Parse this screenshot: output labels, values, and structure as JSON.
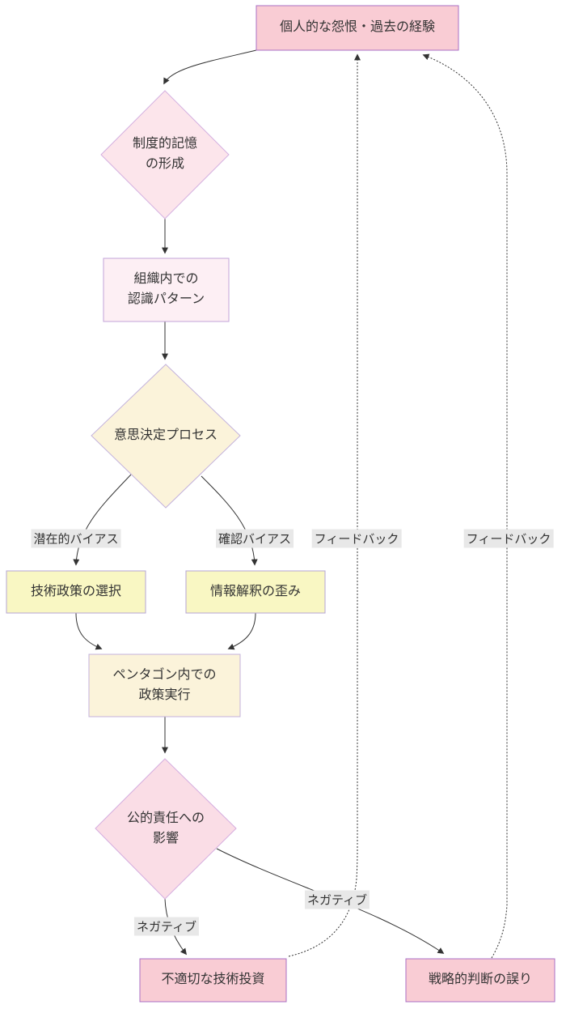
{
  "diagram": {
    "type": "flowchart",
    "nodes": {
      "personal_grudge": {
        "label": "個人的な怨恨・過去の経験",
        "shape": "rect"
      },
      "institutional_memory": {
        "label": "制度的記憶\nの形成",
        "shape": "diamond"
      },
      "recognition_pattern": {
        "label": "組織内での\n認識パターン",
        "shape": "rect"
      },
      "decision_process": {
        "label": "意思決定プロセス",
        "shape": "diamond"
      },
      "tech_policy_choice": {
        "label": "技術政策の選択",
        "shape": "rect"
      },
      "info_distortion": {
        "label": "情報解釈の歪み",
        "shape": "rect"
      },
      "pentagon_execution": {
        "label": "ペンタゴン内での\n政策実行",
        "shape": "rect"
      },
      "public_responsibility": {
        "label": "公的責任への\n影響",
        "shape": "diamond"
      },
      "bad_tech_investment": {
        "label": "不適切な技術投資",
        "shape": "rect"
      },
      "strategic_error": {
        "label": "戦略的判断の誤り",
        "shape": "rect"
      }
    },
    "edge_labels": {
      "latent_bias": "潜在的バイアス",
      "confirmation_bias": "確認バイアス",
      "feedback_left": "フィードバック",
      "feedback_right": "フィードバック",
      "negative_left": "ネガティブ",
      "negative_right": "ネガティブ"
    },
    "colors": {
      "pink_fill": "#f9ccd4",
      "pink_stroke": "#aa6fc4",
      "lightpink_fill": "#fce5eb",
      "lightpink_stroke": "#d4b0e0",
      "palepink_fill": "#fdeff4",
      "palepink_stroke": "#c2a3d9",
      "cream_fill": "#fbf3da",
      "cream_stroke": "#c3b2dc",
      "yellow_fill": "#f9f7c3",
      "yellow_stroke": "#b5a4d4",
      "pink2_fill": "#fadde6",
      "pink2_stroke": "#d5addf",
      "edge_color": "#333333",
      "label_bg": "#e8e8e8"
    }
  }
}
